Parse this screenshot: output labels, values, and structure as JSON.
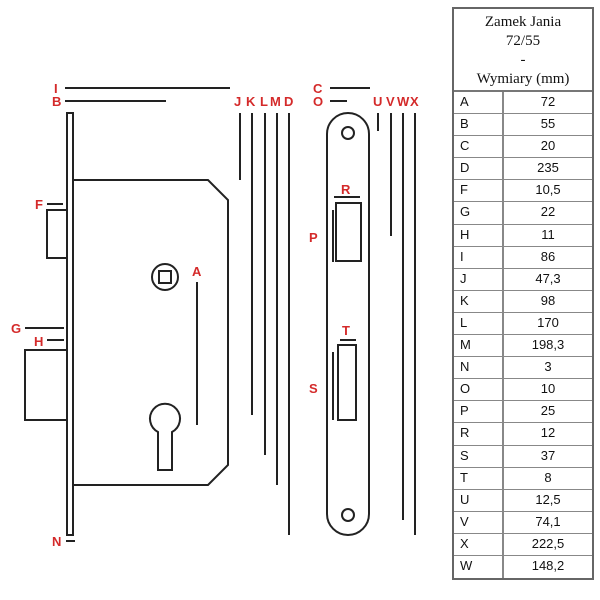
{
  "table": {
    "title_line1": "Zamek Jania",
    "title_line2": "72/55",
    "title_line3": "-",
    "title_line4": "Wymiary (mm)",
    "rows": [
      {
        "k": "A",
        "v": "72"
      },
      {
        "k": "B",
        "v": "55"
      },
      {
        "k": "C",
        "v": "20"
      },
      {
        "k": "D",
        "v": "235"
      },
      {
        "k": "F",
        "v": "10,5"
      },
      {
        "k": "G",
        "v": "22"
      },
      {
        "k": "H",
        "v": "11"
      },
      {
        "k": "I",
        "v": "86"
      },
      {
        "k": "J",
        "v": "47,3"
      },
      {
        "k": "K",
        "v": "98"
      },
      {
        "k": "L",
        "v": "170"
      },
      {
        "k": "M",
        "v": "198,3"
      },
      {
        "k": "N",
        "v": "3"
      },
      {
        "k": "O",
        "v": "10"
      },
      {
        "k": "P",
        "v": "25"
      },
      {
        "k": "R",
        "v": "12"
      },
      {
        "k": "S",
        "v": "37"
      },
      {
        "k": "T",
        "v": "8"
      },
      {
        "k": "U",
        "v": "12,5"
      },
      {
        "k": "V",
        "v": "74,1"
      },
      {
        "k": "X",
        "v": "222,5"
      },
      {
        "k": "W",
        "v": "148,2"
      }
    ]
  },
  "labels": {
    "I": "I",
    "B": "B",
    "J": "J",
    "K": "K",
    "L": "L",
    "M": "M",
    "D": "D",
    "C": "C",
    "O": "O",
    "U": "U",
    "V": "V",
    "W": "W",
    "X": "X",
    "F": "F",
    "A": "A",
    "G": "G",
    "H": "H",
    "N": "N",
    "R": "R",
    "P": "P",
    "T": "T",
    "S": "S"
  },
  "colors": {
    "label": "#d42a2a"
  }
}
